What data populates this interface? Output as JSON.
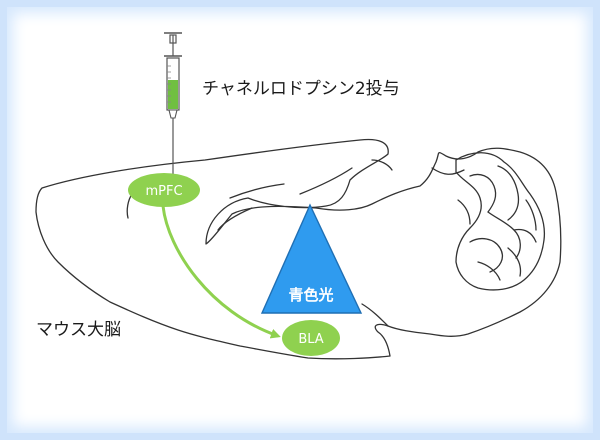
{
  "labels": {
    "injection": "チャネルロドプシン2投与",
    "brain": "マウス大脳",
    "mpfc": "mPFC",
    "bla": "BLA",
    "light": "青色光"
  },
  "colors": {
    "region_fill": "#8fd14f",
    "pathway_arrow": "#8fd14f",
    "light_fill": "#2f9bef",
    "light_stroke": "#1f6fb4",
    "syringe_liquid": "#70bf41",
    "outline": "#333333",
    "frame": "#cfe3fb"
  },
  "icons": {
    "syringe": "syringe-icon"
  }
}
